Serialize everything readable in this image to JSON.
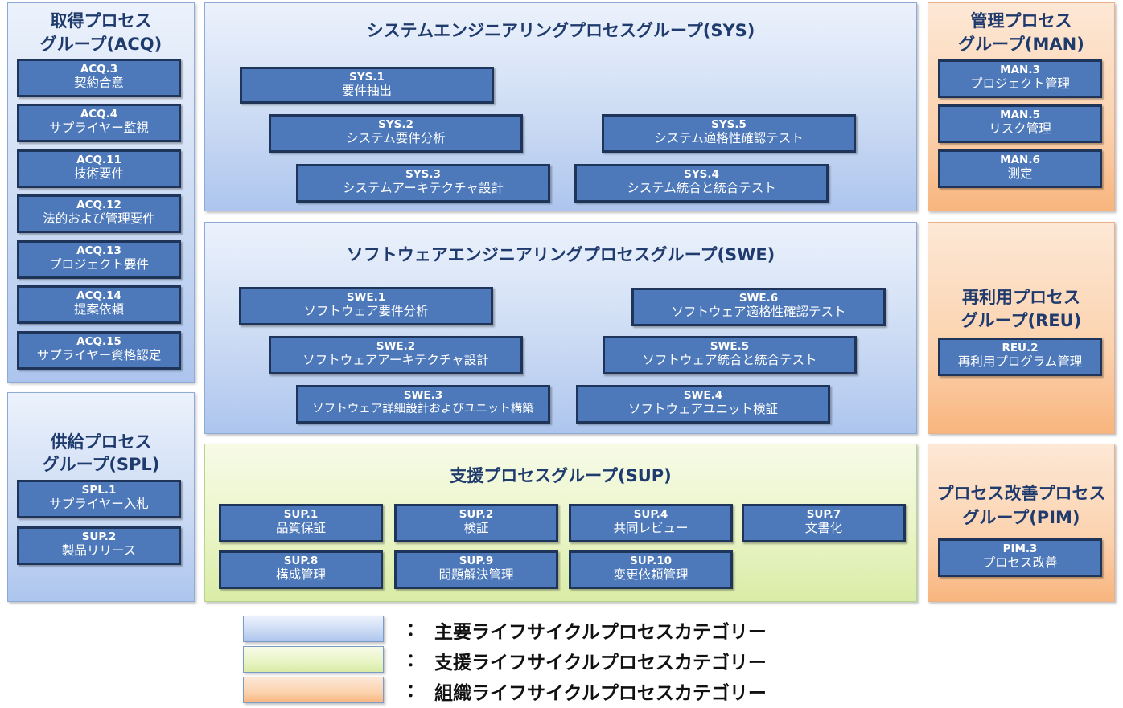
{
  "colors": {
    "primary": "#b8cdf0",
    "support": "#e3f1bb",
    "organizational": "#fbc59a",
    "process_box": "#4d79ba"
  },
  "acq": {
    "title_line1": "取得プロセス",
    "title_line2": "グループ(ACQ)",
    "items": [
      {
        "id": "ACQ.3",
        "name": "契約合意"
      },
      {
        "id": "ACQ.4",
        "name": "サプライヤー監視"
      },
      {
        "id": "ACQ.11",
        "name": "技術要件"
      },
      {
        "id": "ACQ.12",
        "name": "法的および管理要件"
      },
      {
        "id": "ACQ.13",
        "name": "プロジェクト要件"
      },
      {
        "id": "ACQ.14",
        "name": "提案依頼"
      },
      {
        "id": "ACQ.15",
        "name": "サプライヤー資格認定"
      }
    ]
  },
  "spl": {
    "title_line1": "供給プロセス",
    "title_line2": "グループ(SPL)",
    "items": [
      {
        "id": "SPL.1",
        "name": "サプライヤー入札"
      },
      {
        "id": "SUP.2",
        "name": "製品リリース"
      }
    ]
  },
  "sys": {
    "title": "システムエンジニアリングプロセスグループ(SYS)",
    "items": [
      {
        "id": "SYS.1",
        "name": "要件抽出"
      },
      {
        "id": "SYS.2",
        "name": "システム要件分析"
      },
      {
        "id": "SYS.3",
        "name": "システムアーキテクチャ設計"
      },
      {
        "id": "SYS.4",
        "name": "システム統合と統合テスト"
      },
      {
        "id": "SYS.5",
        "name": "システム適格性確認テスト"
      }
    ]
  },
  "swe": {
    "title": "ソフトウェアエンジニアリングプロセスグループ(SWE)",
    "items": [
      {
        "id": "SWE.1",
        "name": "ソフトウェア要件分析"
      },
      {
        "id": "SWE.2",
        "name": "ソフトウェアアーキテクチャ設計"
      },
      {
        "id": "SWE.3",
        "name": "ソフトウェア詳細設計およびユニット構築"
      },
      {
        "id": "SWE.4",
        "name": "ソフトウェアユニット検証"
      },
      {
        "id": "SWE.5",
        "name": "ソフトウェア統合と統合テスト"
      },
      {
        "id": "SWE.6",
        "name": "ソフトウェア適格性確認テスト"
      }
    ]
  },
  "sup": {
    "title": "支援プロセスグループ(SUP)",
    "items": [
      {
        "id": "SUP.1",
        "name": "品質保証"
      },
      {
        "id": "SUP.2",
        "name": "検証"
      },
      {
        "id": "SUP.4",
        "name": "共同レビュー"
      },
      {
        "id": "SUP.7",
        "name": "文書化"
      },
      {
        "id": "SUP.8",
        "name": "構成管理"
      },
      {
        "id": "SUP.9",
        "name": "問題解決管理"
      },
      {
        "id": "SUP.10",
        "name": "変更依頼管理"
      }
    ]
  },
  "man": {
    "title_line1": "管理プロセス",
    "title_line2": "グループ(MAN)",
    "items": [
      {
        "id": "MAN.3",
        "name": "プロジェクト管理"
      },
      {
        "id": "MAN.5",
        "name": "リスク管理"
      },
      {
        "id": "MAN.6",
        "name": "測定"
      }
    ]
  },
  "reu": {
    "title_line1": "再利用プロセス",
    "title_line2": "グループ(REU)",
    "items": [
      {
        "id": "REU.2",
        "name": "再利用プログラム管理"
      }
    ]
  },
  "pim": {
    "title_line1": "プロセス改善プロセス",
    "title_line2": "グループ(PIM)",
    "items": [
      {
        "id": "PIM.3",
        "name": "プロセス改善"
      }
    ]
  },
  "legend": {
    "colon": "：",
    "primary": "主要ライフサイクルプロセスカテゴリー",
    "support": "支援ライフサイクルプロセスカテゴリー",
    "organizational": "組織ライフサイクルプロセスカテゴリー"
  }
}
